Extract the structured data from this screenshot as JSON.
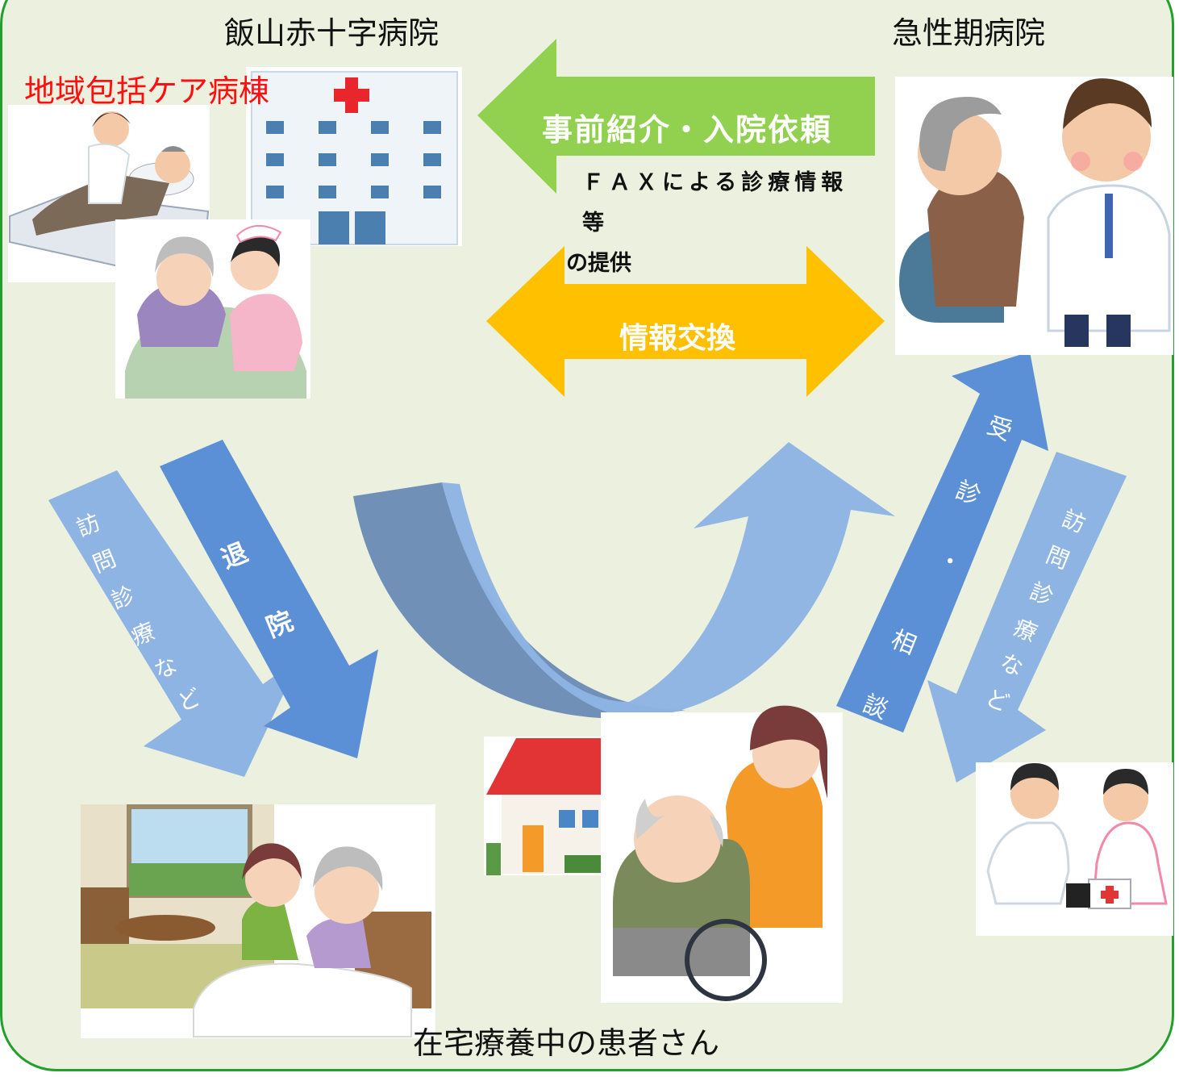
{
  "labels": {
    "left_hospital": "飯山赤十字病院",
    "right_hospital": "急性期病院",
    "ward": "地域包括ケア病棟",
    "bottom": "在宅療養中の患者さん"
  },
  "arrows": {
    "referral": "事前紹介・入院依頼",
    "fax_line1": "ＦＡＸによる診療情報等",
    "fax_line2": "の提供",
    "exchange": "情報交換",
    "discharge": [
      "退",
      "院"
    ],
    "home_visit_left": [
      "訪",
      "問",
      "診",
      "療",
      "な",
      "ど"
    ],
    "consult": [
      "受",
      "診",
      "・",
      "相",
      "談"
    ],
    "home_visit_right": [
      "訪",
      "問",
      "診",
      "療",
      "な",
      "ど"
    ]
  },
  "colors": {
    "frame_border": "#23a02c",
    "background": "#ebf0df",
    "referral_arrow": "#92d050",
    "exchange_arrow": "#ffc000",
    "dark_blue_arrow": "#5b8fd6",
    "light_blue_arrow": "#8eb4e3",
    "curve_arrow": "#7090b8",
    "ward_text": "#ff1010"
  },
  "icons": [
    "hospital-building-icon",
    "caregiver-patient-bed-icon",
    "nurse-elderly-patient-icon",
    "doctor-consultation-icon",
    "home-care-room-icon",
    "house-icon",
    "wheelchair-caregiver-icon",
    "visiting-doctor-nurse-icon"
  ]
}
